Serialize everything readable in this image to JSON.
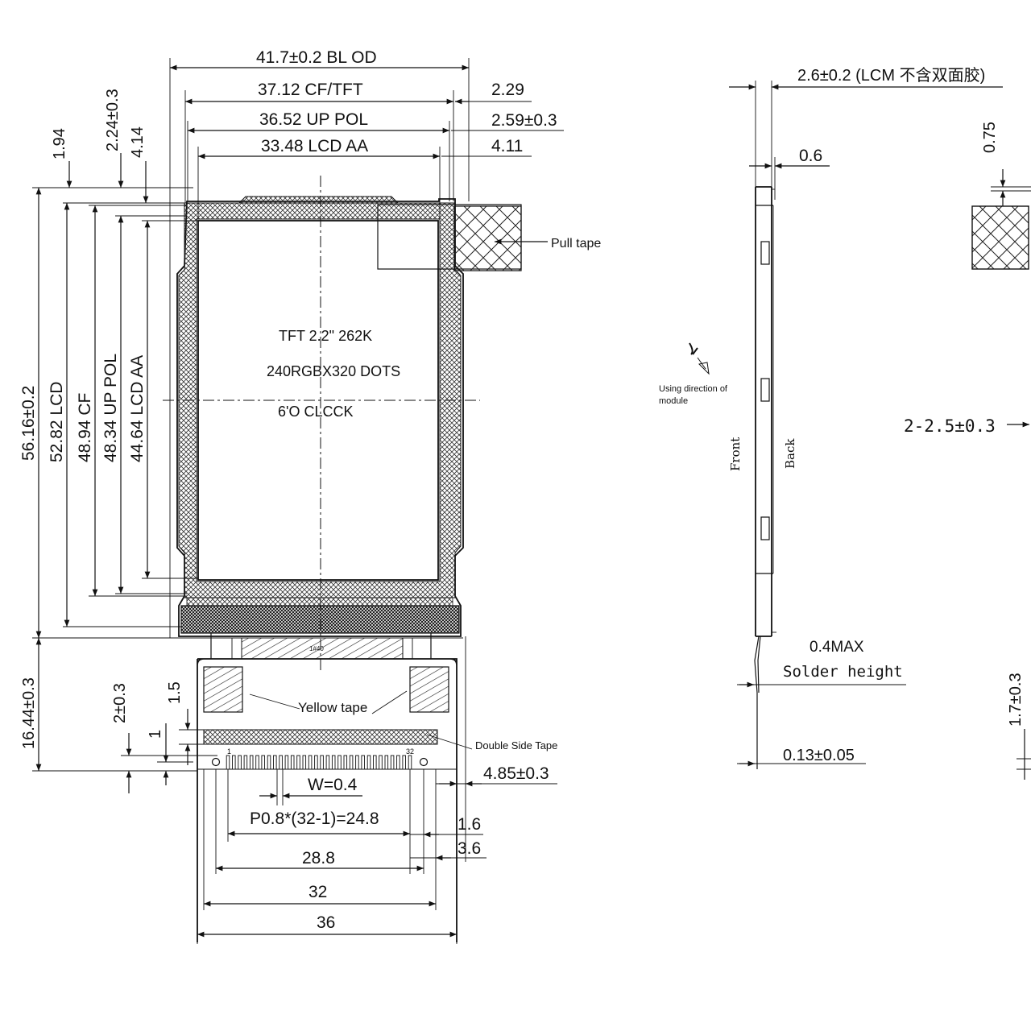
{
  "front_view": {
    "dims_top": {
      "bl_od": "41.7±0.2 BL OD",
      "cf_tft": "37.12 CF/TFT",
      "up_pol": "36.52 UP POL",
      "lcd_aa": "33.48 LCD AA",
      "r_229": "2.29",
      "r_259": "2.59±0.3",
      "r_411": "4.11"
    },
    "dims_left": {
      "d194": "1.94",
      "d224": "2.24±0.3",
      "d414": "4.14",
      "d5616": "56.16±0.2",
      "d5282": "52.82 LCD",
      "d4894": "48.94 CF",
      "d4834": "48.34 UP POL",
      "d4464": "44.64 LCD AA",
      "d1644": "16.44±0.3",
      "d2": "2±0.3",
      "d15": "1.5",
      "d1": "1"
    },
    "panel_text": {
      "line1": "TFT 2.2\" 262K",
      "line2": "240RGBX320 DOTS",
      "line3": "6'O CLCCK"
    },
    "callouts": {
      "pull_tape": "Pull tape",
      "yellow_tape": "Yellow tape",
      "double_side_tape": "Double Side Tape"
    },
    "pins": {
      "first": "1",
      "last": "32",
      "fpc_mark": "1#40"
    },
    "dims_bottom": {
      "w": "W=0.4",
      "pitch": "P0.8*(32-1)=24.8",
      "d288": "28.8",
      "d32": "32",
      "d36": "36",
      "d485": "4.85±0.3",
      "d16": "1.6",
      "d36r": "3.6"
    }
  },
  "side_view": {
    "thickness": "2.6±0.2 (LCM 不含双面胶)",
    "d06": "0.6",
    "d075": "0.75",
    "front": "Front",
    "back": "Back",
    "direction_note_1": "Using direction of",
    "direction_note_2": "module",
    "d2_25": "2-2.5±0.3",
    "solder_max": "0.4MAX",
    "solder_height": "Solder height",
    "d013": "0.13±0.05",
    "d17": "1.7±0.3"
  }
}
